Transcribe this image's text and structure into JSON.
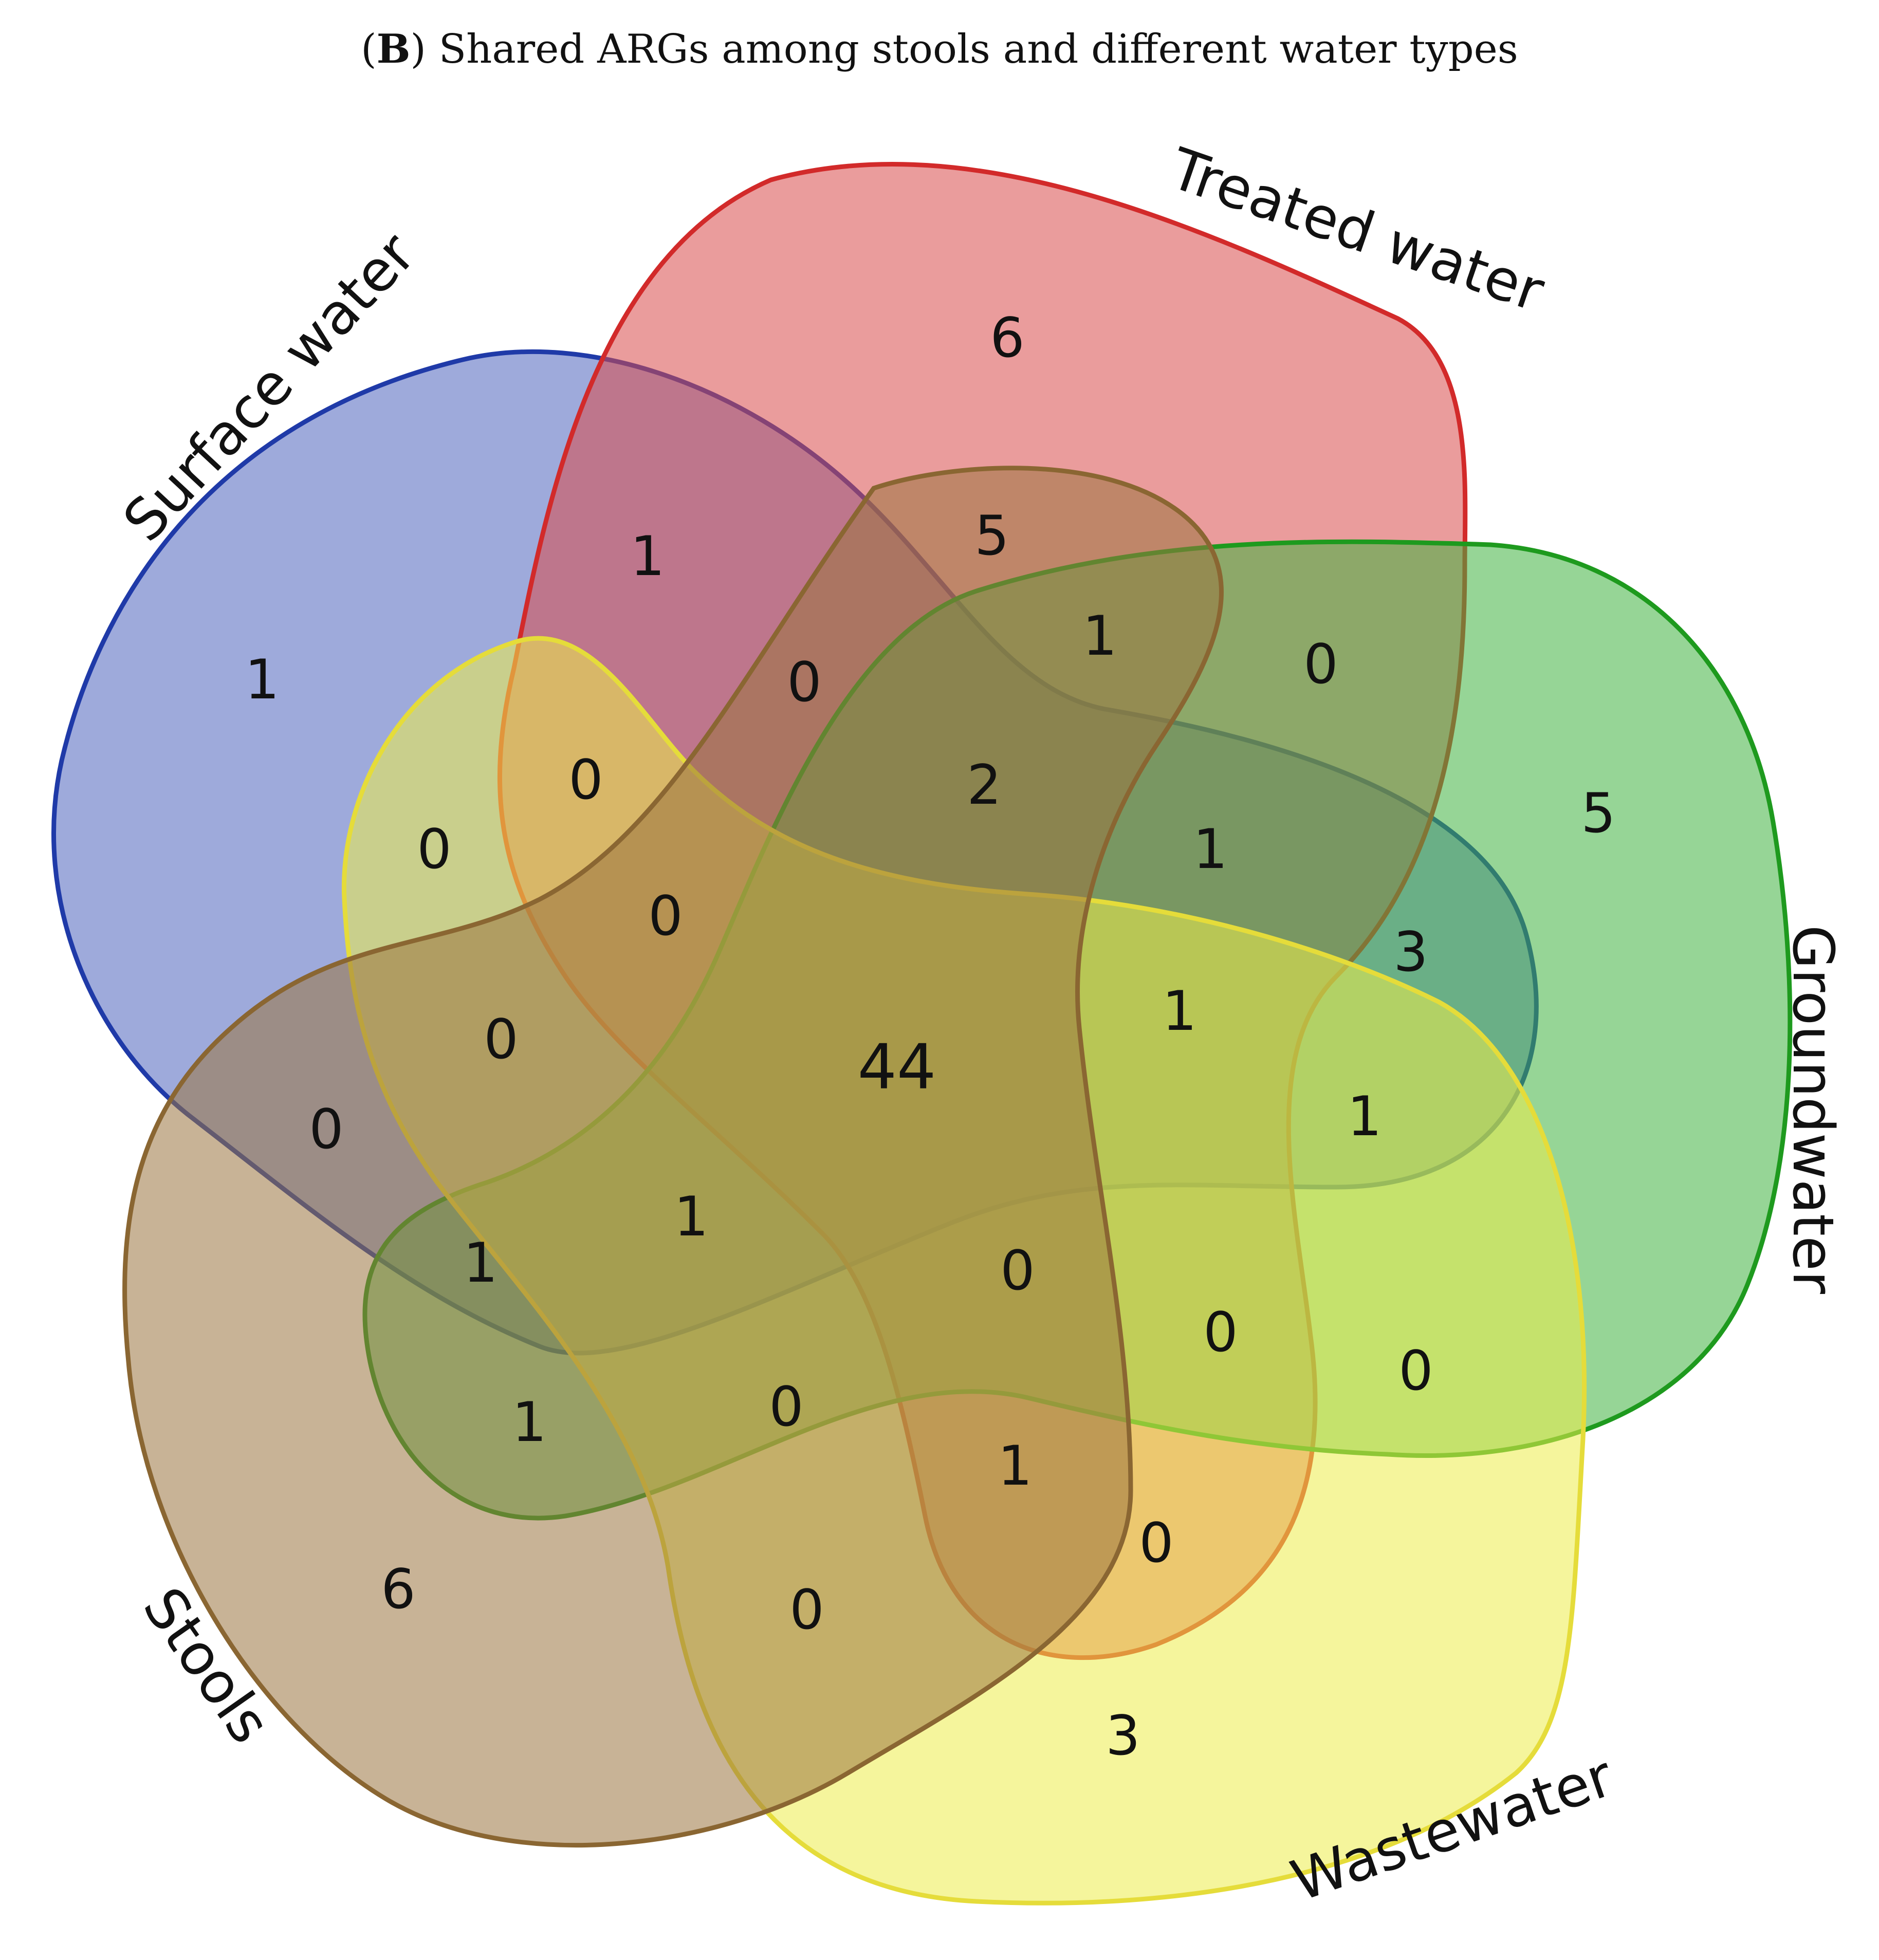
{
  "title": {
    "prefix": "(",
    "letter": "B",
    "text": ") Shared ARGs among stools and different water types"
  },
  "sets": [
    {
      "id": "surface",
      "label": "Surface water",
      "fill": "#4f64bd",
      "stroke": "#1f3aa8"
    },
    {
      "id": "treated",
      "label": "Treated water",
      "fill": "#d94a4a",
      "stroke": "#d22a2a"
    },
    {
      "id": "ground",
      "label": "Groundwater",
      "fill": "#3fb33f",
      "stroke": "#1e9a1e"
    },
    {
      "id": "waste",
      "label": "Wastewater",
      "fill": "#ecec4a",
      "stroke": "#e5dc3a"
    },
    {
      "id": "stools",
      "label": "Stools",
      "fill": "#9a7440",
      "stroke": "#8a6632"
    }
  ],
  "region_counts": [
    {
      "id": "surface-only",
      "value": "1"
    },
    {
      "id": "treated-only",
      "value": "6"
    },
    {
      "id": "ground-only",
      "value": "5"
    },
    {
      "id": "waste-only",
      "value": "3"
    },
    {
      "id": "stools-only",
      "value": "6"
    },
    {
      "id": "r01",
      "value": "1"
    },
    {
      "id": "r02",
      "value": "5"
    },
    {
      "id": "r03",
      "value": "1"
    },
    {
      "id": "r04",
      "value": "0"
    },
    {
      "id": "r05",
      "value": "0"
    },
    {
      "id": "r06",
      "value": "2"
    },
    {
      "id": "r07",
      "value": "0"
    },
    {
      "id": "r08",
      "value": "0"
    },
    {
      "id": "r09",
      "value": "0"
    },
    {
      "id": "r10",
      "value": "1"
    },
    {
      "id": "r11",
      "value": "3"
    },
    {
      "id": "r12",
      "value": "1"
    },
    {
      "id": "r13",
      "value": "0"
    },
    {
      "id": "r14",
      "value": "0"
    },
    {
      "id": "r15",
      "value": "44"
    },
    {
      "id": "r16",
      "value": "1"
    },
    {
      "id": "r17",
      "value": "1"
    },
    {
      "id": "r18",
      "value": "1"
    },
    {
      "id": "r19",
      "value": "0"
    },
    {
      "id": "r20",
      "value": "0"
    },
    {
      "id": "r21",
      "value": "0"
    },
    {
      "id": "r22",
      "value": "1"
    },
    {
      "id": "r23",
      "value": "0"
    },
    {
      "id": "r24",
      "value": "1"
    },
    {
      "id": "r25",
      "value": "0"
    },
    {
      "id": "r26",
      "value": "0"
    }
  ]
}
